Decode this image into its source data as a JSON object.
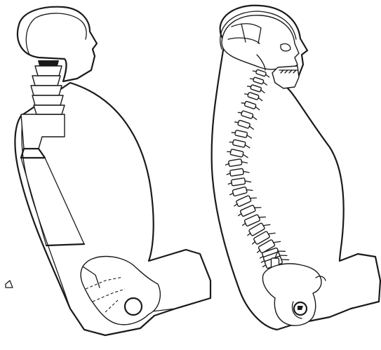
{
  "figures": [
    {
      "id": "mechanical-model",
      "parts": [
        "head",
        "neck-segments",
        "torso-blocks",
        "pelvis",
        "seat-cushion"
      ]
    },
    {
      "id": "anatomical-model",
      "parts": [
        "skull",
        "spine",
        "pelvis",
        "seat-cushion"
      ]
    }
  ],
  "spine": {
    "vertebra_count": 24
  },
  "colors": {
    "line": "#1a1a1a",
    "background": "#ffffff"
  }
}
